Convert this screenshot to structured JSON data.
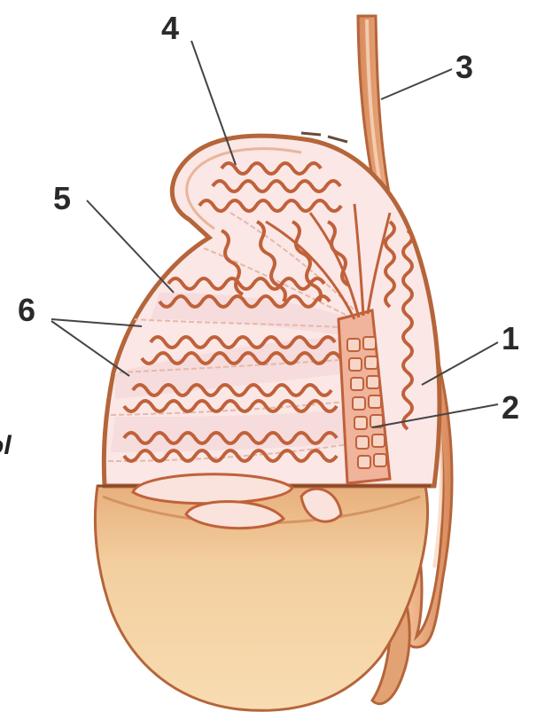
{
  "diagram": {
    "callouts": [
      {
        "id": "label-1",
        "text": "1"
      },
      {
        "id": "label-2",
        "text": "2"
      },
      {
        "id": "label-3",
        "text": "3"
      },
      {
        "id": "label-4",
        "text": "4"
      },
      {
        "id": "label-5",
        "text": "5"
      },
      {
        "id": "label-6",
        "text": "6"
      }
    ],
    "edge_glyph": "ol",
    "colors": {
      "outline": "#b5653a",
      "tubule": "#c0613a",
      "lumen": "#f7dede",
      "interior": "#fae7e6",
      "lower_body": "#f0c48f",
      "duct": "#e8a77a",
      "network": "#e9a58a"
    }
  }
}
